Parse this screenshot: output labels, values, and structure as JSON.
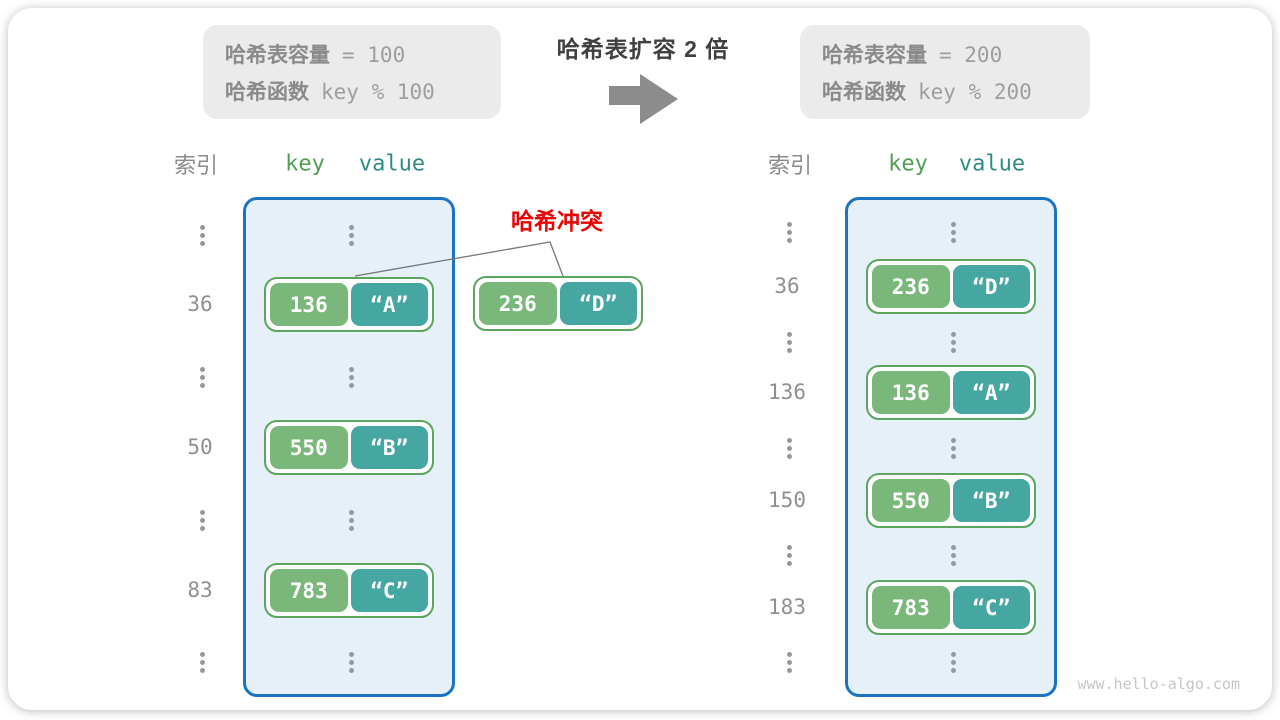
{
  "title": "哈希表扩容 2 倍",
  "info_left": {
    "cap_label": "哈希表容量",
    "cap_value": "= 100",
    "fn_label": "哈希函数",
    "fn_value": "key % 100"
  },
  "info_right": {
    "cap_label": "哈希表容量",
    "cap_value": "= 200",
    "fn_label": "哈希函数",
    "fn_value": "key % 200"
  },
  "headers": {
    "index": "索引",
    "key": "key",
    "value": "value"
  },
  "collision": {
    "label": "哈希冲突",
    "pair": {
      "key": "236",
      "value": "“D”"
    }
  },
  "left_table": {
    "rows": [
      {
        "index": "36",
        "key": "136",
        "value": "“A”"
      },
      {
        "index": "50",
        "key": "550",
        "value": "“B”"
      },
      {
        "index": "83",
        "key": "783",
        "value": "“C”"
      }
    ]
  },
  "right_table": {
    "rows": [
      {
        "index": "36",
        "key": "236",
        "value": "“D”"
      },
      {
        "index": "136",
        "key": "136",
        "value": "“A”"
      },
      {
        "index": "150",
        "key": "550",
        "value": "“B”"
      },
      {
        "index": "183",
        "key": "783",
        "value": "“C”"
      }
    ]
  },
  "watermark": "www.hello-algo.com",
  "colors": {
    "table_border": "#1b74c2",
    "table_fill": "#e5f0f9",
    "key_box": "#7ab77a",
    "value_box": "#46a6a1",
    "pair_border": "#5ba55e",
    "collision_red": "#e80202",
    "info_box_bg": "#ebebeb",
    "arrow_gray": "#8c8c8c"
  }
}
